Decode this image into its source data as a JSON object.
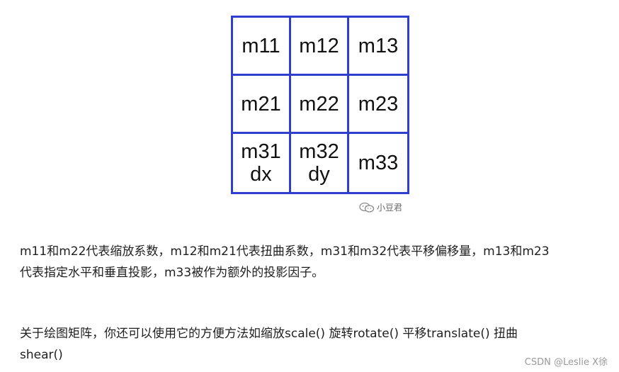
{
  "matrix": {
    "rows": [
      [
        "m11",
        "m12",
        "m13"
      ],
      [
        "m21",
        "m22",
        "m23"
      ],
      [
        [
          "m31",
          "dx"
        ],
        [
          "m32",
          "dy"
        ],
        "m33"
      ]
    ],
    "border_color": "#2f3ecf"
  },
  "figure_watermark": {
    "icon": "wechat-icon",
    "text": "小豆君"
  },
  "paragraphs": {
    "p1_line1": "m11和m22代表缩放系数，m12和m21代表扭曲系数，m31和m32代表平移偏移量，m13和m23",
    "p1_line2": "代表指定水平和垂直投影，m33被作为额外的投影因子。",
    "p2_line1": "关于绘图矩阵，你还可以使用它的方便方法如缩放scale() 旋转rotate() 平移translate() 扭曲",
    "p2_line2": "shear()"
  },
  "credit": "CSDN @Leslie X徐"
}
